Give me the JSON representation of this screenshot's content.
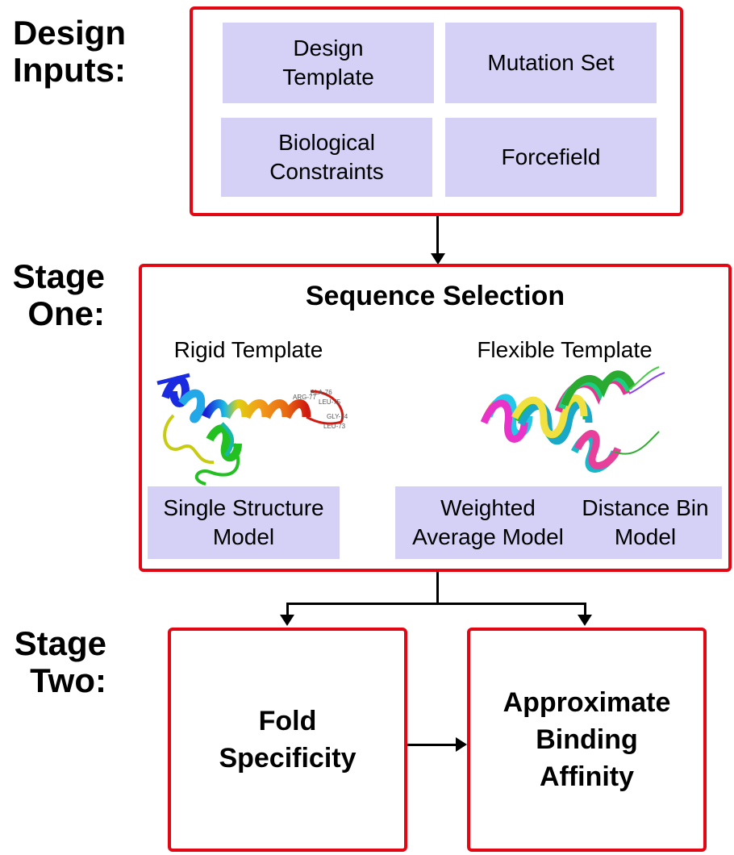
{
  "labels": {
    "design_inputs": [
      "Design",
      "Inputs:"
    ],
    "stage_one": [
      "Stage",
      "One:"
    ],
    "stage_two": [
      "Stage",
      "Two:"
    ]
  },
  "inputs": {
    "design_template": [
      "Design",
      "Template"
    ],
    "mutation_set": "Mutation Set",
    "biological_constraints": [
      "Biological",
      "Constraints"
    ],
    "forcefield": "Forcefield"
  },
  "stage_one": {
    "title": "Sequence Selection",
    "rigid_title": "Rigid Template",
    "flexible_title": "Flexible Template",
    "single_structure": [
      "Single Structure",
      "Model"
    ],
    "weighted_average": [
      "Weighted",
      "Average Model"
    ],
    "distance_bin": [
      "Distance Bin",
      "Model"
    ],
    "residue_labels": [
      "ALA-76",
      "ARG-77",
      "LEU-75",
      "GLY-74",
      "LEU-73"
    ]
  },
  "stage_two": {
    "fold_specificity": [
      "Fold",
      "Specificity"
    ],
    "binding_affinity": [
      "Approximate",
      "Binding",
      "Affinity"
    ]
  },
  "colors": {
    "border": "#e30613",
    "cell": "#d4d0f6"
  }
}
